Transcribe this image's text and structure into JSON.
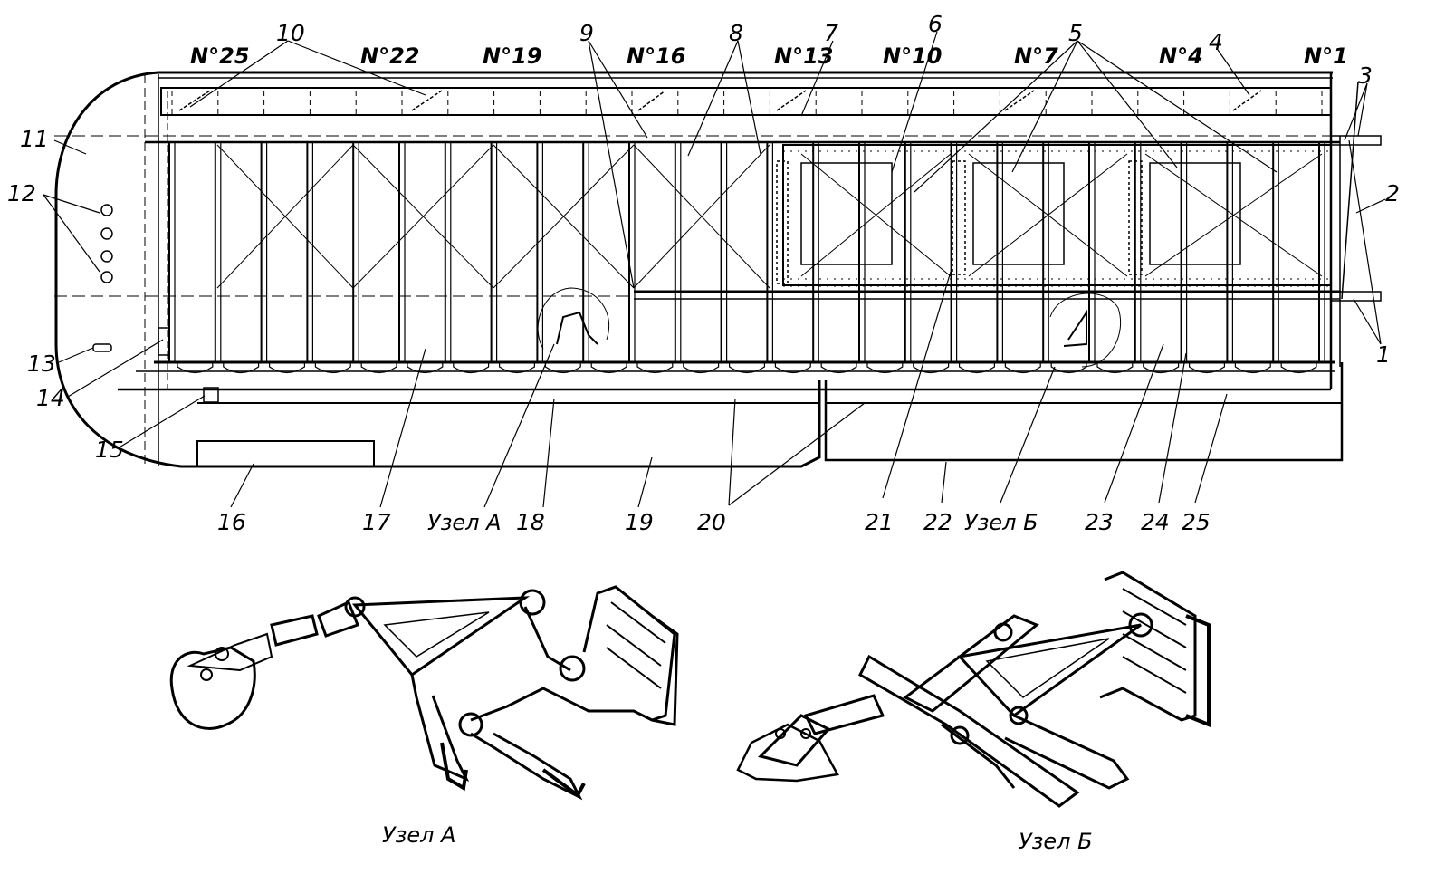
{
  "rib_labels": [
    "N°25",
    "N°22",
    "N°19",
    "N°16",
    "N°13",
    "N°10",
    "N°7",
    "N°4",
    "N°1"
  ],
  "callouts": {
    "c1": "1",
    "c2": "2",
    "c3": "3",
    "c4": "4",
    "c5": "5",
    "c6": "6",
    "c7": "7",
    "c8": "8",
    "c9": "9",
    "c10": "10",
    "c11": "11",
    "c12": "12",
    "c13": "13",
    "c14": "14",
    "c15": "15",
    "c16": "16",
    "c17": "17",
    "c18": "18",
    "c19": "19",
    "c20": "20",
    "c21": "21",
    "c22": "22",
    "c23": "23",
    "c24": "24",
    "c25": "25"
  },
  "node_labels": {
    "bottom_a": "Узел А",
    "bottom_b": "Узел Б",
    "detail_a": "Узел А",
    "detail_b": "Узел Б"
  },
  "colors": {
    "ink": "#000000",
    "paper": "#ffffff"
  }
}
